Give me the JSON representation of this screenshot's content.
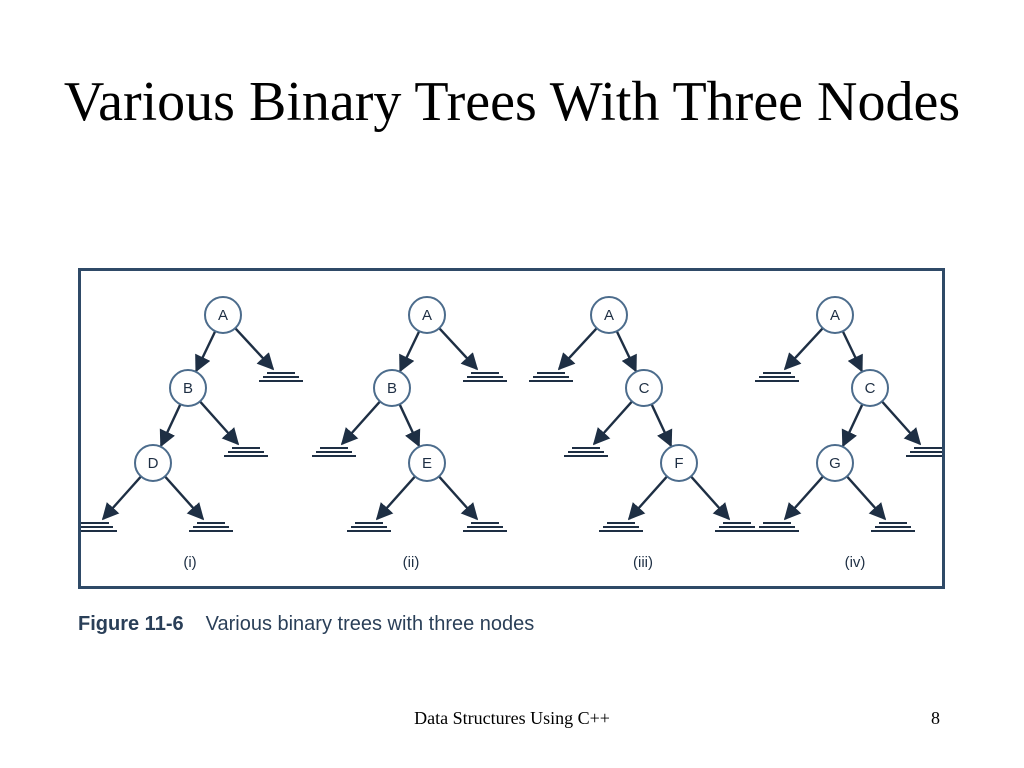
{
  "slide": {
    "title": "Various Binary Trees With Three Nodes",
    "footer": "Data Structures Using C++",
    "page_number": "8"
  },
  "figure": {
    "caption_number": "Figure 11-6",
    "caption_text": "Various binary trees with three nodes",
    "trees": [
      {
        "label": "(i)",
        "nodes": [
          {
            "id": "A",
            "label": "A"
          },
          {
            "id": "B",
            "label": "B"
          },
          {
            "id": "D",
            "label": "D"
          }
        ],
        "edges": [
          [
            "A",
            "B"
          ],
          [
            "B",
            "D"
          ]
        ],
        "null_links": [
          {
            "parent": "A",
            "side": "right"
          },
          {
            "parent": "B",
            "side": "right"
          },
          {
            "parent": "D",
            "side": "left"
          },
          {
            "parent": "D",
            "side": "right"
          }
        ]
      },
      {
        "label": "(ii)",
        "nodes": [
          {
            "id": "A",
            "label": "A"
          },
          {
            "id": "B",
            "label": "B"
          },
          {
            "id": "E",
            "label": "E"
          }
        ],
        "edges": [
          [
            "A",
            "B"
          ],
          [
            "B",
            "E"
          ]
        ],
        "null_links": [
          {
            "parent": "A",
            "side": "right"
          },
          {
            "parent": "B",
            "side": "left"
          },
          {
            "parent": "E",
            "side": "left"
          },
          {
            "parent": "E",
            "side": "right"
          }
        ]
      },
      {
        "label": "(iii)",
        "nodes": [
          {
            "id": "A",
            "label": "A"
          },
          {
            "id": "C",
            "label": "C"
          },
          {
            "id": "F",
            "label": "F"
          }
        ],
        "edges": [
          [
            "A",
            "C"
          ],
          [
            "C",
            "F"
          ]
        ],
        "null_links": [
          {
            "parent": "A",
            "side": "left"
          },
          {
            "parent": "C",
            "side": "left"
          },
          {
            "parent": "F",
            "side": "left"
          },
          {
            "parent": "F",
            "side": "right"
          }
        ]
      },
      {
        "label": "(iv)",
        "nodes": [
          {
            "id": "A",
            "label": "A"
          },
          {
            "id": "C",
            "label": "C"
          },
          {
            "id": "G",
            "label": "G"
          }
        ],
        "edges": [
          [
            "A",
            "C"
          ],
          [
            "C",
            "G"
          ]
        ],
        "null_links": [
          {
            "parent": "A",
            "side": "left"
          },
          {
            "parent": "C",
            "side": "right"
          },
          {
            "parent": "G",
            "side": "left"
          },
          {
            "parent": "G",
            "side": "right"
          }
        ]
      }
    ]
  }
}
